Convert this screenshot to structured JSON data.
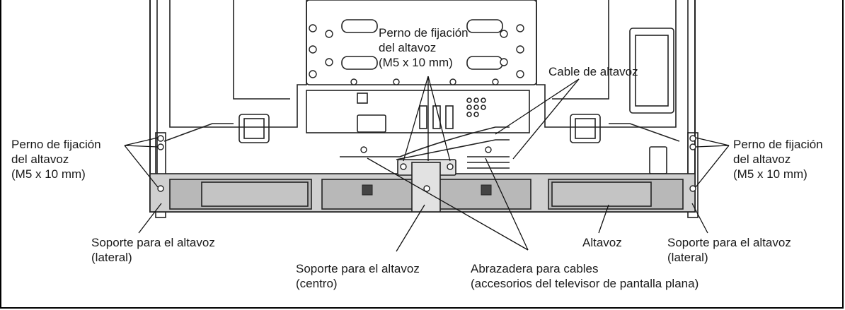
{
  "labels": {
    "bolt_top": {
      "line1": "Perno de fijación",
      "line2": "del altavoz",
      "line3": "(M5 x 10 mm)"
    },
    "bolt_left": {
      "line1": "Perno de fijación",
      "line2": "del altavoz",
      "line3": "(M5 x 10 mm)"
    },
    "bolt_right": {
      "line1": "Perno de fijación",
      "line2": "del altavoz",
      "line3": "(M5 x 10 mm)"
    },
    "speaker_cable": "Cable de altavoz",
    "bracket_side_left": {
      "line1": "Soporte para el altavoz",
      "line2": "(lateral)"
    },
    "bracket_side_right": {
      "line1": "Soporte para el altavoz",
      "line2": "(lateral)"
    },
    "bracket_center": {
      "line1": "Soporte para el altavoz",
      "line2": "(centro)"
    },
    "cable_clamp": {
      "line1": "Abrazadera para cables",
      "line2": "(accesorios del televisor de pantalla plana)"
    },
    "speaker": "Altavoz"
  }
}
